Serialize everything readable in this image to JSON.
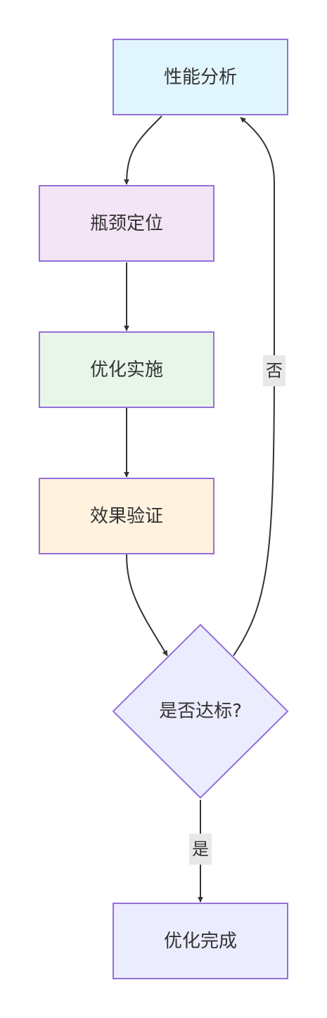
{
  "nodes": {
    "analysis": {
      "label": "性能分析",
      "fill": "#e1f5fe"
    },
    "locate": {
      "label": "瓶颈定位",
      "fill": "#f3e5f5"
    },
    "implement": {
      "label": "优化实施",
      "fill": "#e8f5e9"
    },
    "verify": {
      "label": "效果验证",
      "fill": "#fff3e0"
    },
    "decision": {
      "label": "是否达标?",
      "fill": "#ececff"
    },
    "done": {
      "label": "优化完成",
      "fill": "#ececff"
    }
  },
  "edges": {
    "no_label": "否",
    "yes_label": "是"
  },
  "colors": {
    "node_border": "#9370db",
    "edge": "#333333",
    "edge_label_bg": "#e8e8e8"
  }
}
